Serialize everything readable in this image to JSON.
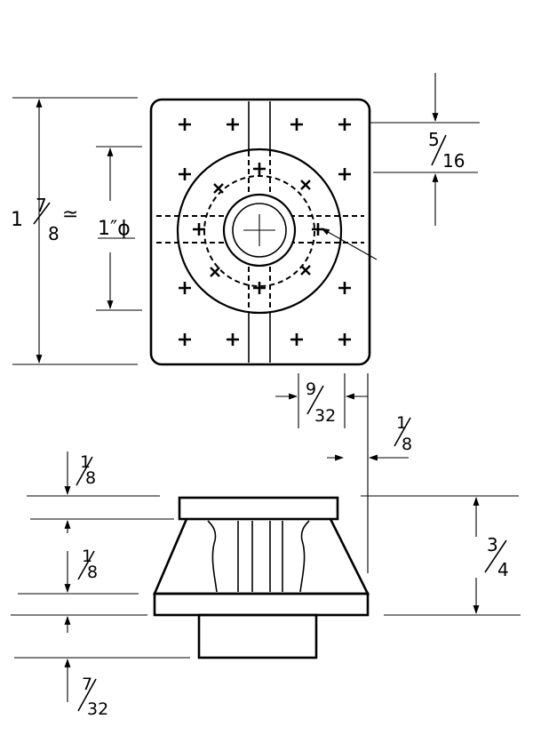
{
  "dimensions": {
    "overall_height": {
      "whole": "1",
      "num": "7",
      "den": "8",
      "suffix": "≃"
    },
    "bore_diameter": "1″ϕ",
    "top_offset": {
      "num": "5",
      "den": "16"
    },
    "slot_width": {
      "num": "9",
      "den": "32"
    },
    "edge_offset": {
      "num": "1",
      "den": "8"
    },
    "top_plate_thickness": {
      "num": "1",
      "den": "8"
    },
    "flange_thickness": {
      "num": "1",
      "den": "8"
    },
    "boss_height": {
      "num": "7",
      "den": "32"
    },
    "total_height": {
      "num": "3",
      "den": "4"
    }
  }
}
